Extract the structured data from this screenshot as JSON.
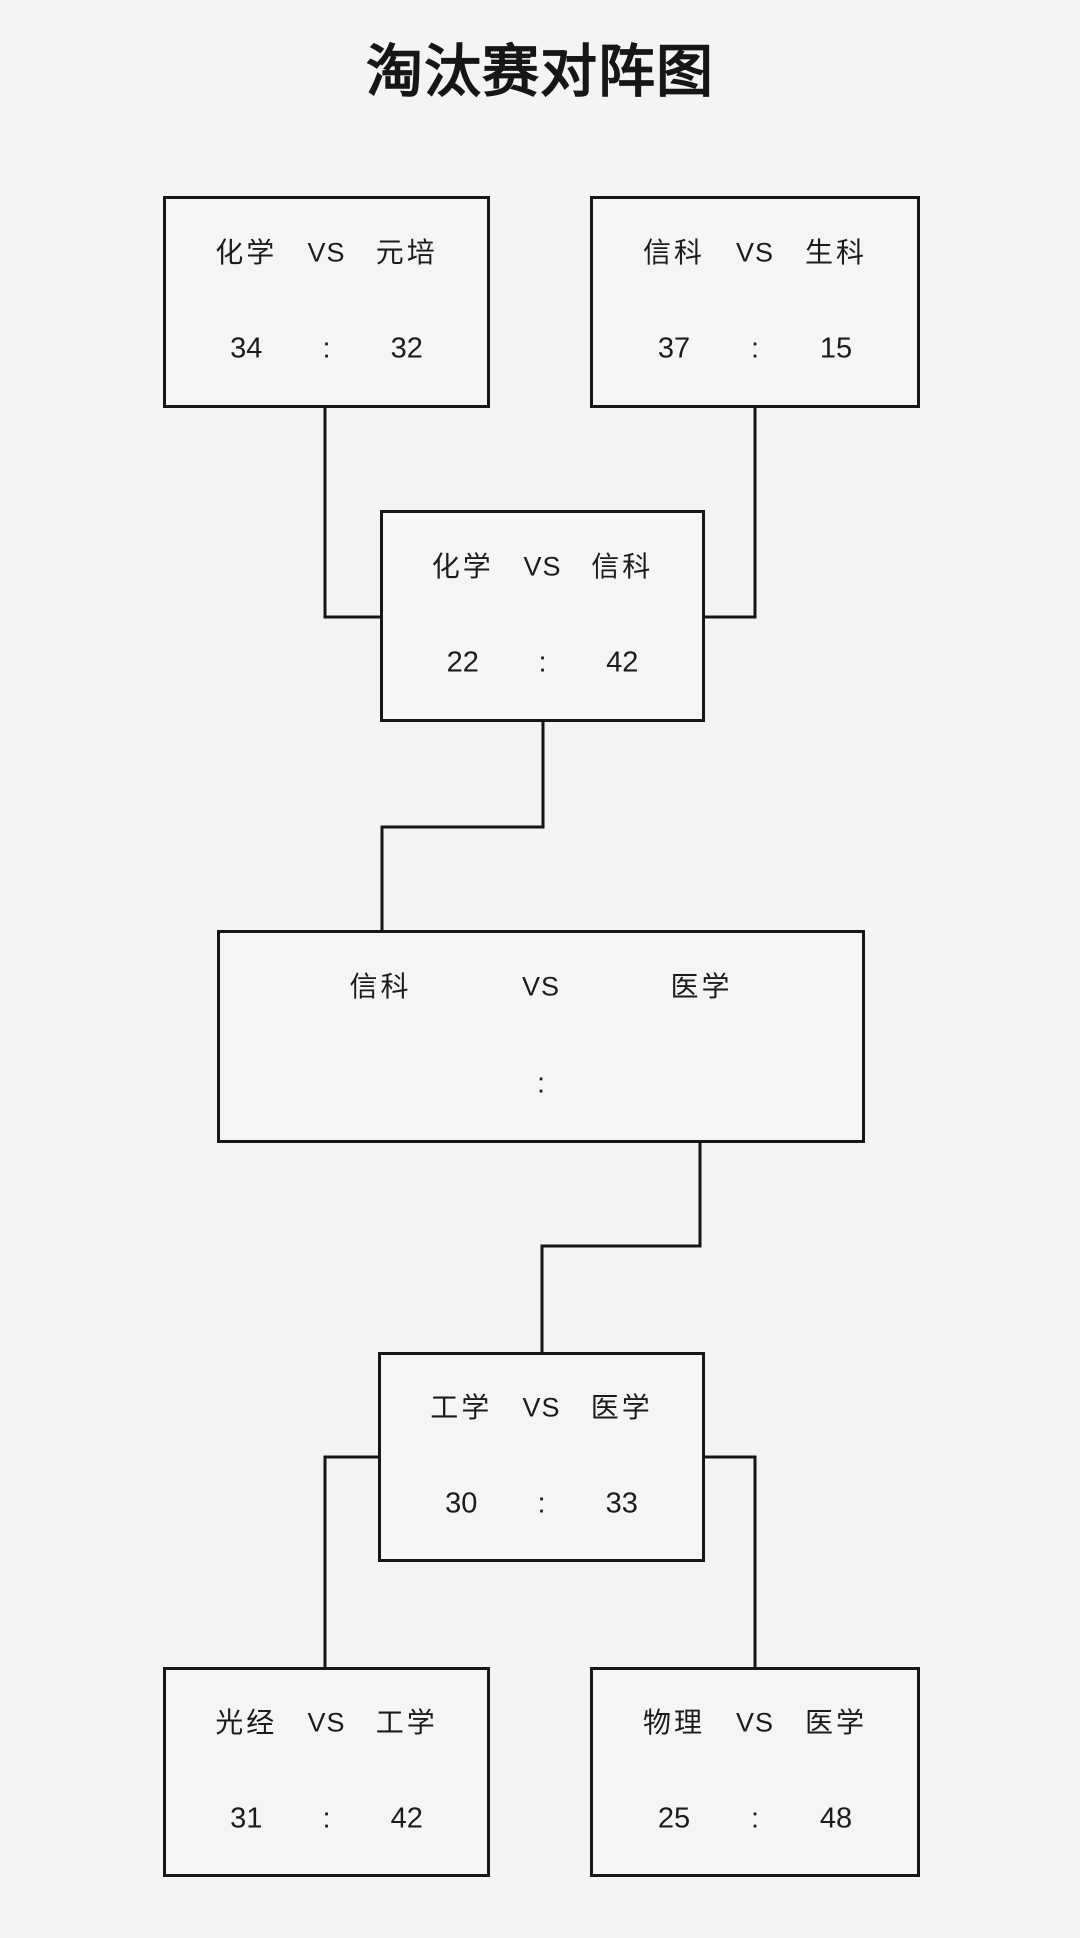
{
  "title": "淘汰赛对阵图",
  "labels": {
    "vs": "VS",
    "score_separator": ":"
  },
  "matches": [
    {
      "team1": "化学",
      "team2": "元培",
      "score1": "34",
      "score2": "32"
    },
    {
      "team1": "信科",
      "team2": "生科",
      "score1": "37",
      "score2": "15"
    },
    {
      "team1": "化学",
      "team2": "信科",
      "score1": "22",
      "score2": "42"
    },
    {
      "team1": "信科",
      "team2": "医学",
      "score1": "",
      "score2": ""
    },
    {
      "team1": "工学",
      "team2": "医学",
      "score1": "30",
      "score2": "33"
    },
    {
      "team1": "光经",
      "team2": "工学",
      "score1": "31",
      "score2": "42"
    },
    {
      "team1": "物理",
      "team2": "医学",
      "score1": "25",
      "score2": "48"
    }
  ],
  "colors": {
    "background": "#f5f4f2",
    "box_background": "#f6f5f4",
    "line": "#161616",
    "text": "#1c1c1c"
  }
}
